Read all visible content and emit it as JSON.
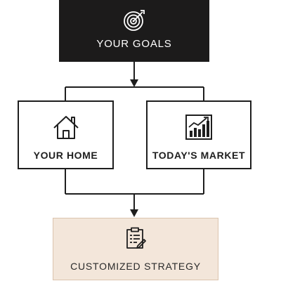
{
  "colors": {
    "dark_box": "#1c1b1b",
    "strategy_fill": "#f3e6da",
    "line": "#1e1e1e"
  },
  "nodes": {
    "goals": {
      "label": "YOUR GOALS",
      "icon": "target-icon"
    },
    "home": {
      "label": "YOUR HOME",
      "icon": "house-icon"
    },
    "market": {
      "label": "TODAY'S MARKET",
      "icon": "rising-chart-icon"
    },
    "strategy": {
      "label": "CUSTOMIZED STRATEGY",
      "icon": "clipboard-icon"
    }
  }
}
